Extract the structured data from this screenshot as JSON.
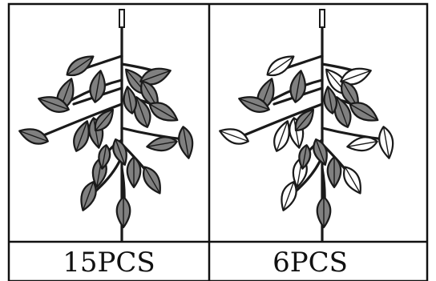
{
  "panels": [
    {
      "id": "left",
      "caption": "15PCS",
      "leaf_fill": "#808080",
      "leaf_pattern": "all-gray"
    },
    {
      "id": "right",
      "caption": "6PCS",
      "leaf_fill": "#808080",
      "alt_fill": "#ffffff",
      "leaf_pattern": "mixed-white-gray"
    }
  ],
  "colors": {
    "border": "#111111",
    "leaf_gray": "#808080",
    "leaf_white": "#ffffff",
    "background": "#ffffff"
  },
  "icons": [
    "ficus-branch-icon",
    "ficus-branch-icon"
  ]
}
